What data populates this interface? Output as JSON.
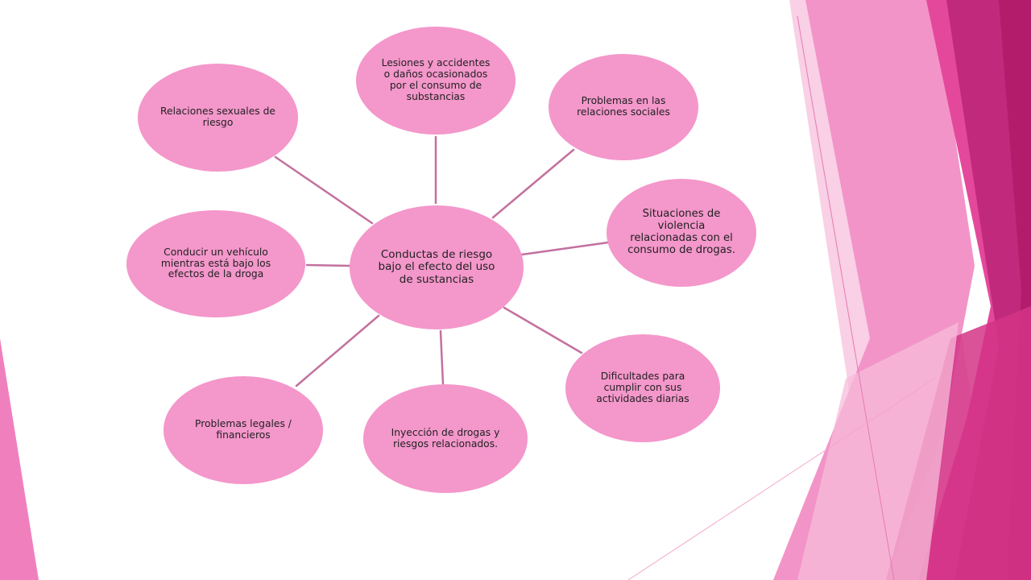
{
  "colors": {
    "node_fill": "#f497cb",
    "link": "#c3719e",
    "deco_light": "#f7c8e0",
    "deco_mid": "#f08fc6",
    "deco_dark": "#d4388e",
    "deco_darkest": "#b8206f"
  },
  "diagram": {
    "center": "Conductas de riesgo bajo el efecto  del uso de sustancias",
    "nodes": [
      {
        "id": "lesiones",
        "label": "Lesiones y accidentes o daños ocasionados por el consumo de substancias"
      },
      {
        "id": "sociales",
        "label": "Problemas en las relaciones sociales"
      },
      {
        "id": "violencia",
        "label": "Situaciones de violencia relacionadas con el consumo de drogas."
      },
      {
        "id": "dificultades",
        "label": "Dificultades para cumplir con sus actividades diarias"
      },
      {
        "id": "inyeccion",
        "label": "Inyección de drogas y riesgos relacionados."
      },
      {
        "id": "legales",
        "label": "Problemas legales / financieros"
      },
      {
        "id": "conducir",
        "label": "Conducir un vehículo mientras está bajo los efectos de la droga"
      },
      {
        "id": "sexuales",
        "label": "Relaciones sexuales de riesgo"
      }
    ]
  }
}
